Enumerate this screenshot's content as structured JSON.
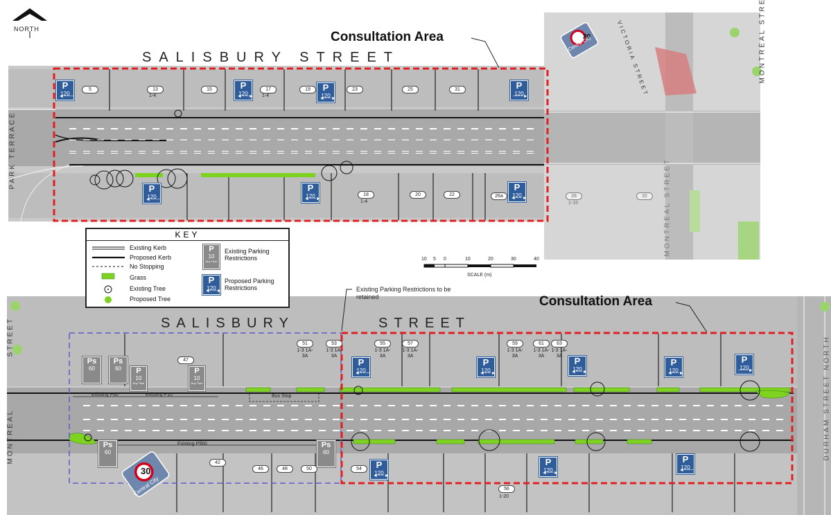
{
  "north_label": "NORTH",
  "top_map": {
    "street_title": "SALISBURY STREET",
    "consultation_label": "Consultation Area",
    "side_labels": {
      "park_terrace": "PARK TERRACE",
      "victoria_street": "VICTORIA STREET",
      "montreal_street_top": "MONTREAL STREET",
      "montreal_street_mid": "MONTREAL STREET"
    },
    "speed_sign": {
      "value": "30",
      "caption": "Central City"
    },
    "property_numbers_north": [
      "5",
      "13",
      "15",
      "17",
      "19",
      "23",
      "25",
      "31"
    ],
    "property_subs_north": {
      "13": "1-4",
      "17": "1-4"
    },
    "property_numbers_south": [
      "18",
      "20",
      "22",
      "26a",
      "28",
      "32"
    ],
    "property_subs_south": {
      "18": "1-4",
      "28": "1-15"
    },
    "proposed_sign": {
      "letter": "P",
      "value": "120"
    }
  },
  "key": {
    "title": "KEY",
    "items": [
      "Existing Kerb",
      "Proposed Kerb",
      "No Stopping",
      "Grass",
      "Existing Tree",
      "Proposed Tree",
      "Existing Parking Restrictions",
      "Proposed Parking Restrictions"
    ],
    "existing_sign_sample": {
      "letter": "P",
      "value": "10",
      "text": "Any Time"
    },
    "proposed_sign_sample": {
      "letter": "P",
      "value": "120"
    }
  },
  "scale_bar": {
    "ticks": [
      "10",
      "5",
      "0",
      "10",
      "20",
      "30",
      "40"
    ],
    "label": "SCALE (m)"
  },
  "bottom_map": {
    "street_title_left": "SALISBURY",
    "street_title_right": "STREET",
    "consultation_label": "Consultation Area",
    "retained_note": "Existing Parking Restrictions to be retained",
    "side_labels": {
      "street_left": "STREET",
      "montreal_left": "MONTREAL",
      "durham_street_north": "DURHAM STREET NORTH"
    },
    "existing_labels": {
      "existing_p60": "Existing P60",
      "existing_p10": "Existing P10",
      "bus_stop": "Bus Stop",
      "existing_ps60": "Existing P§60"
    },
    "speed_sign": {
      "value": "30",
      "caption": "Central City"
    },
    "property_numbers_north": [
      "47",
      "51",
      "53",
      "55",
      "57",
      "59",
      "61",
      "63"
    ],
    "property_subs_north": {
      "51": "1-3 1A-3A",
      "53": "1-3 1A-3A",
      "55": "1-3 1A-3A",
      "57": "1-3 1A-3A",
      "59": "1-3 1A-3A",
      "61": "1-3 1A-3A",
      "63": "1-3 1A-3A"
    },
    "property_numbers_south": [
      "42",
      "46",
      "48",
      "50",
      "54",
      "56"
    ],
    "property_subs_south": {
      "56": "1-20"
    },
    "existing_ps_sign": {
      "letter": "Ps",
      "value": "60"
    },
    "existing_p10_sign": {
      "letter": "P",
      "value": "10",
      "text": "Any Time"
    },
    "proposed_sign": {
      "letter": "P",
      "value": "120"
    }
  },
  "colors": {
    "consultation_border": "#e02020",
    "retained_border": "#5a5acc",
    "grass": "#7ed321",
    "parking_blue": "#2f5d9b",
    "speed_red": "#d0021b",
    "aerial_gray": "#cfcfcf"
  }
}
